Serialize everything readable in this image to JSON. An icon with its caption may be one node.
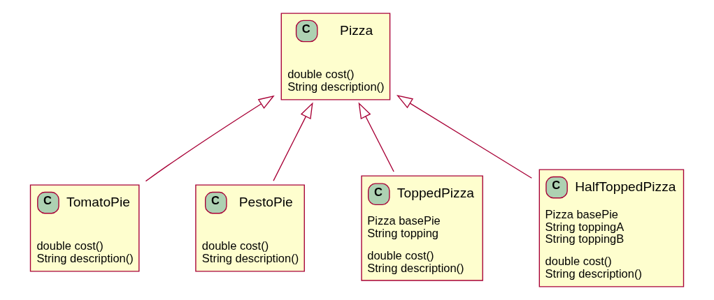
{
  "diagram": {
    "nodes": [
      {
        "text": [
          "C",
          "Pizza",
          "double cost() String description()"
        ]
      },
      {
        "text": [
          "C",
          "TomatoPie",
          "double cost() String description()"
        ]
      },
      {
        "text": [
          "C",
          "PestoPie",
          "double cost() String description()"
        ]
      },
      {
        "text": [
          "C",
          "ToppedPizza",
          "Pizza basePie String topping",
          "double cost() String description()"
        ]
      },
      {
        "text": [
          "C",
          "HalfToppedPizza",
          "Pizza basePie String toppingA String toppingB",
          "double cost() String description()"
        ]
      }
    ],
    "edges": [
      {
        "from": 1,
        "to": 0,
        "arrow": "to"
      },
      {
        "from": 2,
        "to": 0,
        "arrow": "to"
      },
      {
        "from": 3,
        "to": 0,
        "arrow": "to"
      },
      {
        "from": 4,
        "to": 0,
        "arrow": "to"
      }
    ]
  }
}
